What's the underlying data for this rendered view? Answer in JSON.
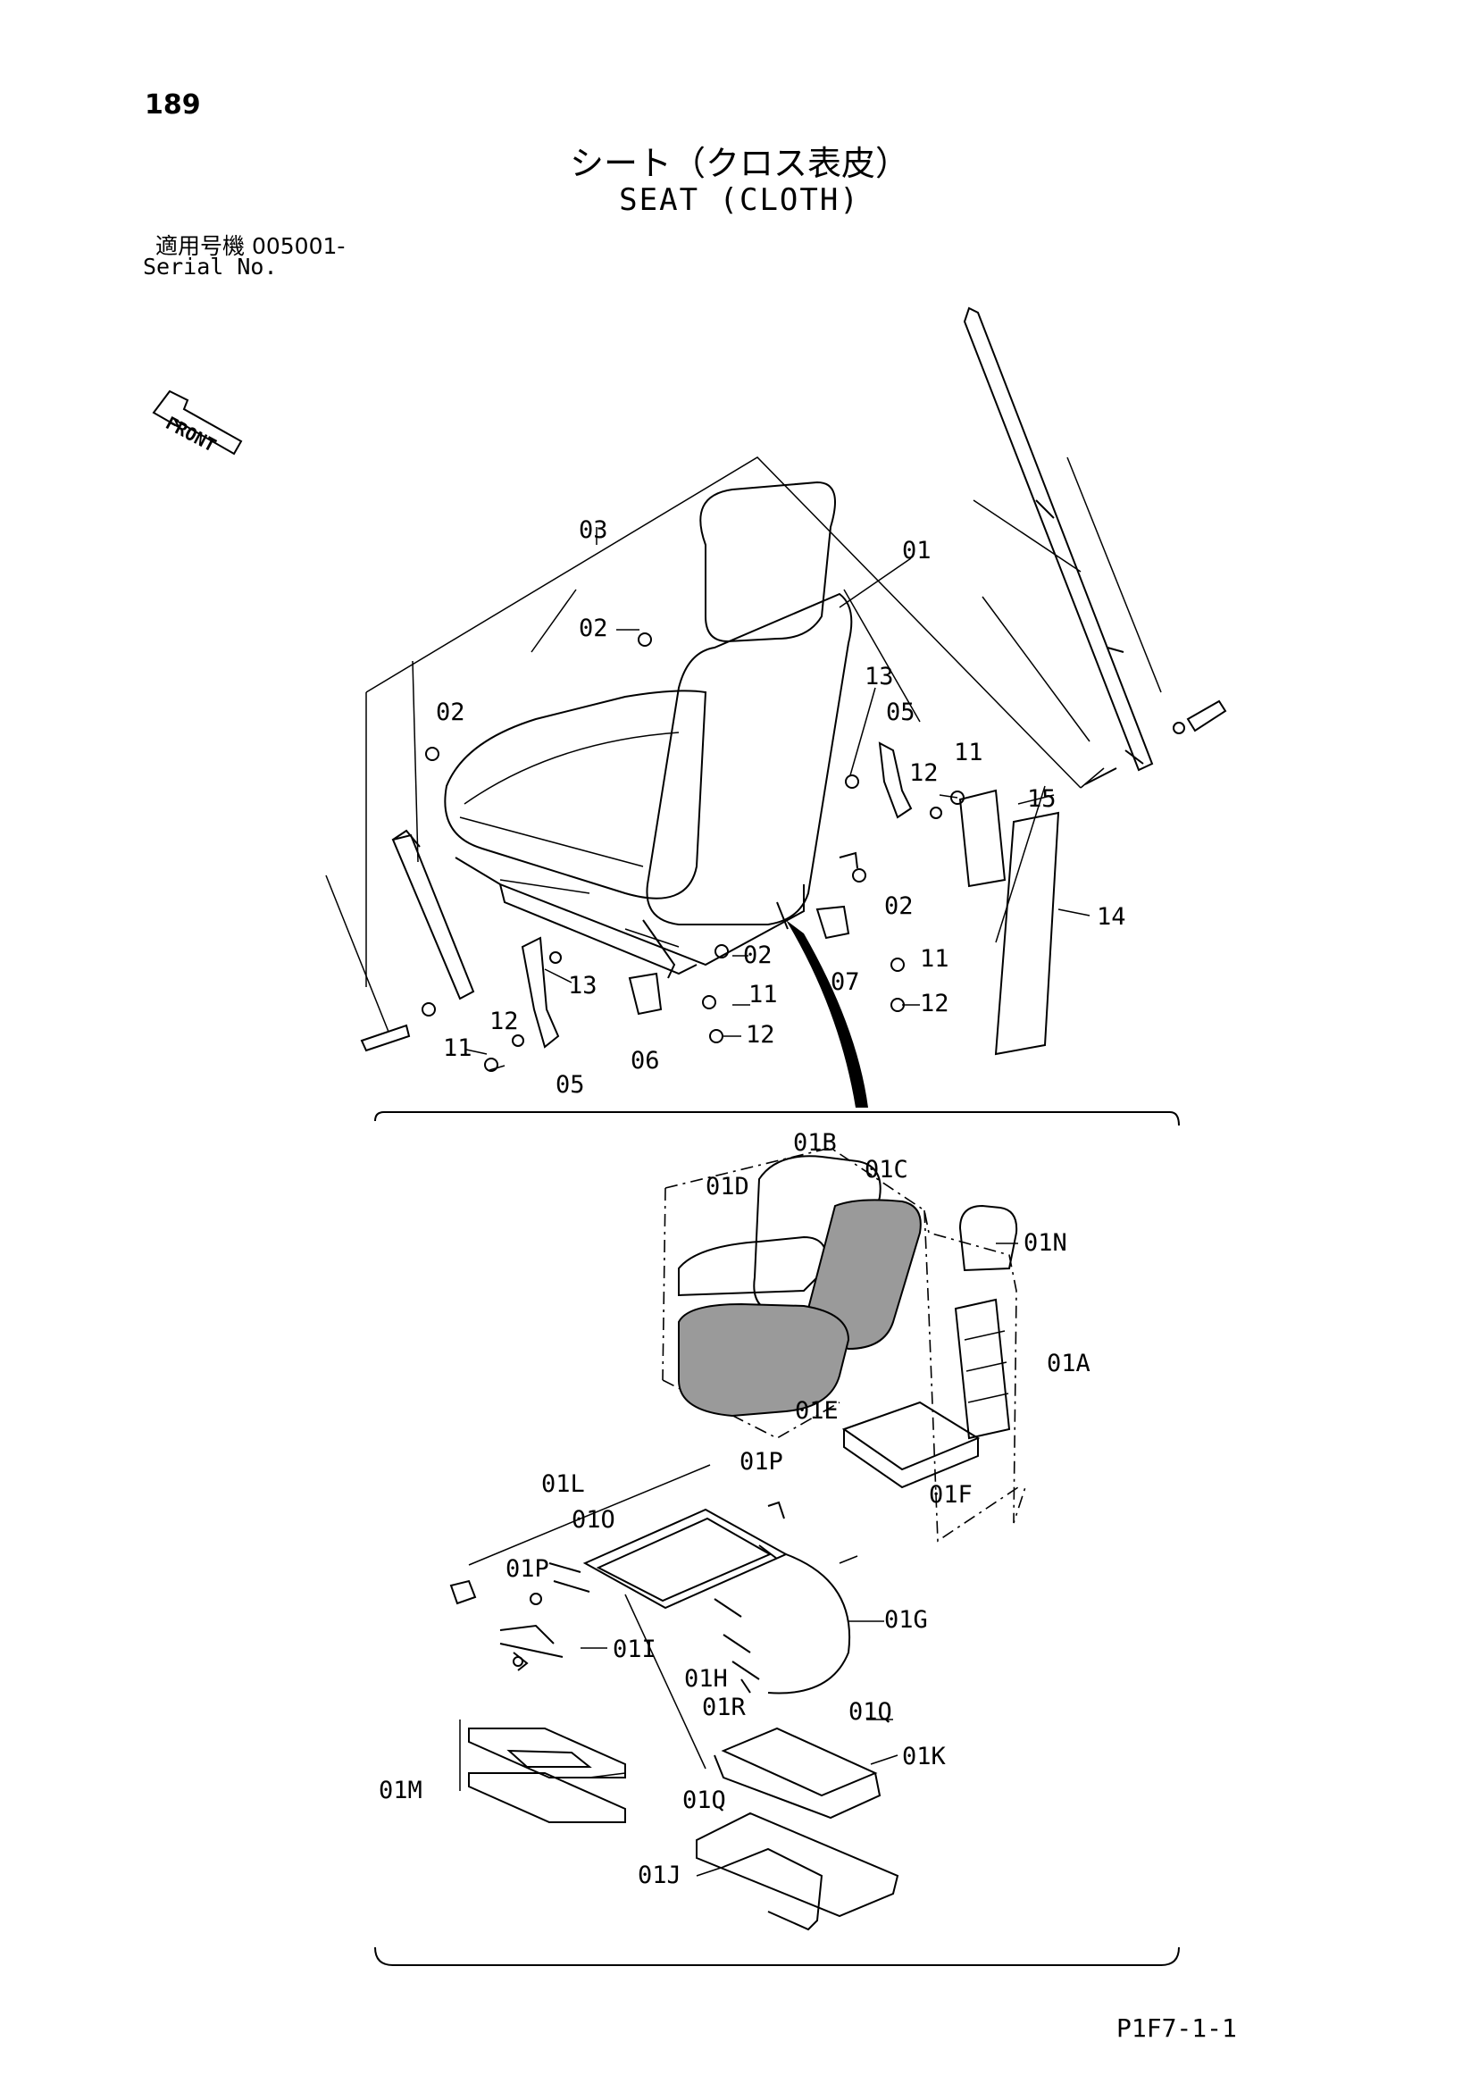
{
  "page": {
    "number": "189",
    "title_jp": "シート（クロス表皮）",
    "title_en": "SEAT (CLOTH)",
    "serial_label_jp": "適用号機  005001-",
    "serial_label_en": "Serial No.",
    "code": "P1F7-1-1"
  },
  "diagram": {
    "front_label": "FRONT",
    "callouts": [
      "03",
      "01",
      "02",
      "02",
      "13",
      "05",
      "11",
      "12",
      "15",
      "02",
      "14",
      "02",
      "13",
      "11",
      "07",
      "12",
      "11",
      "12",
      "12",
      "11",
      "06",
      "05",
      "01B",
      "01C",
      "01D",
      "01N",
      "01A",
      "01E",
      "01F",
      "01P",
      "01L",
      "01O",
      "01P",
      "01G",
      "01I",
      "01H",
      "01R",
      "01Q",
      "01K",
      "01M",
      "01Q",
      "01J"
    ]
  }
}
